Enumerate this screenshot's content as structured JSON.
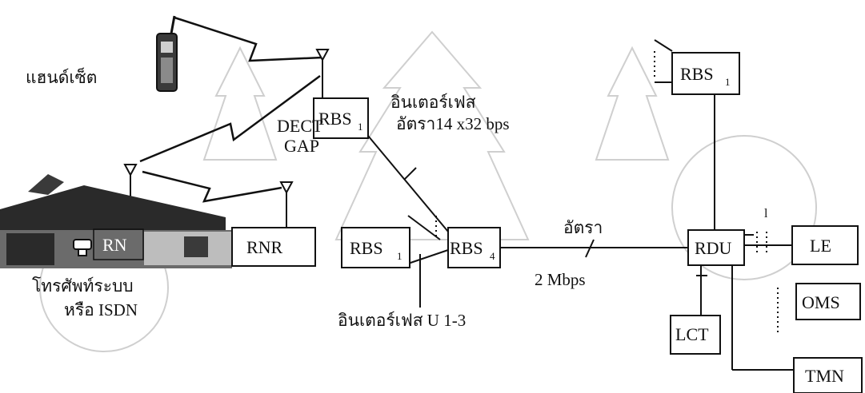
{
  "nodes": {
    "rbs_top_right": {
      "base": "RBS",
      "sub": "1"
    },
    "rbs_center": {
      "base": "RBS",
      "sub": "1"
    },
    "rbs_left_bottom": {
      "base": "RBS",
      "sub": "1"
    },
    "rbs_4": {
      "base": "RBS",
      "sub": "4"
    },
    "rn": "RN",
    "rnr": "RNR",
    "rdu": "RDU",
    "le": "LE",
    "oms": "OMS",
    "lct": "LCT",
    "tmn": "TMN"
  },
  "labels": {
    "handset": "แฮนด์เซ็ต",
    "dect": "DECT",
    "gap": "GAP",
    "interface_rate_line1": "อินเตอร์เฟส",
    "interface_rate_line2": "อัตรา14 x32 bps",
    "rate": "อัตรา",
    "rate_value": "2 Mbps",
    "interface_u": "อินเตอร์เฟส U 1-3",
    "phone_line1": "โทรศัพท์ระบบ",
    "phone_line2": "หรือ ISDN",
    "link_marker": "l"
  },
  "colors": {
    "line": "#111111",
    "house_dark": "#2a2a2a",
    "house_mid": "#6b6b6b",
    "house_light": "#bdbdbd",
    "watermark": "#cfcfcf"
  },
  "icons": [
    "handset-icon",
    "antenna-icon",
    "house-icon",
    "phone-icon",
    "lightning-icon"
  ]
}
